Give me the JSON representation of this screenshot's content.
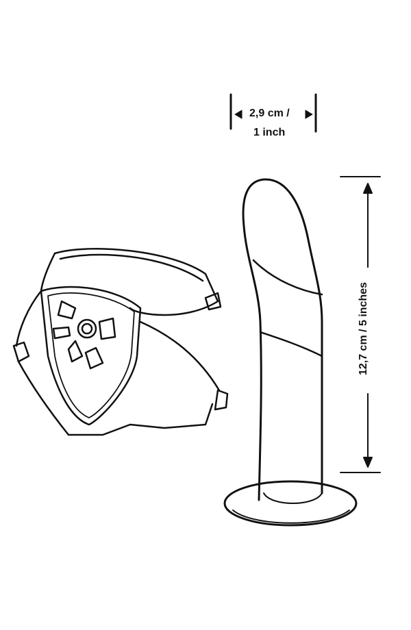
{
  "dimensions": {
    "width_line1": "2,9 cm /",
    "width_line2": "1 inch",
    "length": "12,7 cm / 5 inches"
  },
  "colors": {
    "line": "#111111",
    "background": "#ffffff"
  }
}
